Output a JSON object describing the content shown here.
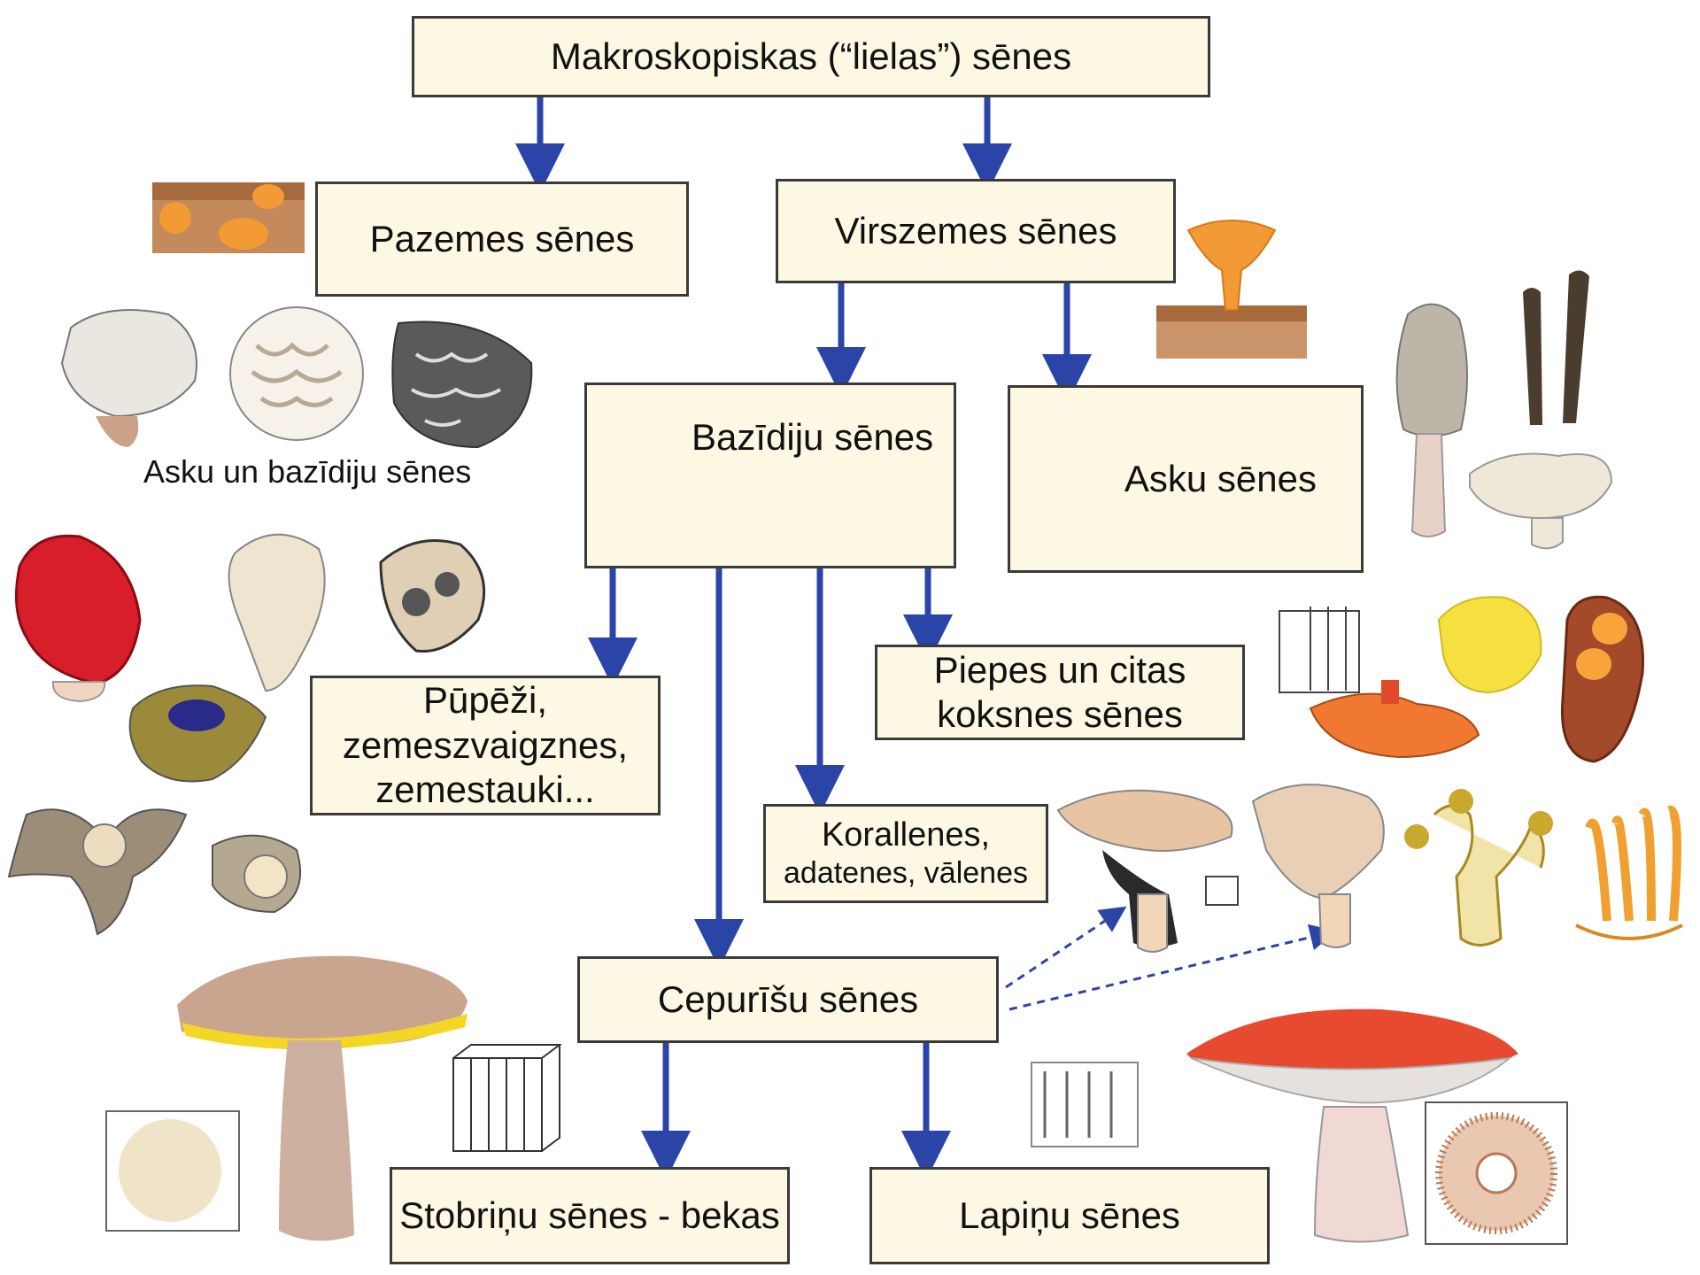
{
  "colors": {
    "box_fill": "#fdf8e3",
    "box_border": "#3a3a3a",
    "arrow": "#2b44a8",
    "orange": "#f29a33",
    "soil": "#a66a3c"
  },
  "nodes": {
    "root": "Makroskopiskas (“lielas”) sēnes",
    "underground": "Pazemes sēnes",
    "aboveground": "Virszemes sēnes",
    "asco_basidio": "Asku un bazīdiju sēnes",
    "basidio": "Bazīdiju sēnes",
    "asco": "Asku sēnes",
    "gasteroid": [
      "Pūpēži,",
      "zemeszvaigznes,",
      "zemestauki..."
    ],
    "polypores": [
      "Piepes un citas",
      "koksnes sēnes"
    ],
    "coral": [
      "Korallenes,",
      "adatenes, vālenes"
    ],
    "cap": "Cepurīšu sēnes",
    "boletes": "Stobriņu sēnes - bekas",
    "gilled": "Lapiņu sēnes"
  },
  "illustrations": [
    "underground-tubers-icon",
    "cup-on-soil-icon",
    "truffle-icons",
    "morel-icons",
    "basidia-hyphae-icon",
    "asci-icon",
    "stinkhorn-puffball-earthstar-icons",
    "bracket-fungi-icons",
    "funnel-mushroom-icons",
    "coral-fungi-icons",
    "bolete-icon",
    "pore-surface-icon",
    "russula-icon",
    "gill-pattern-icon"
  ]
}
